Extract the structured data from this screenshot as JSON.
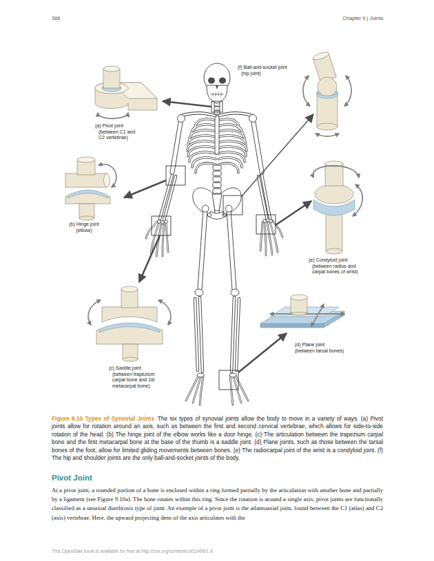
{
  "diagram": {
    "title": "Figure 9.10 Types of Synovial Joints",
    "caption": "The six types of synovial joints allow the body to move in a variety of ways. (a) Pivot joints allow for rotation around an axis, such as between the first and second cervical vertebrae, which allows for side-to-side rotation of the head. (b) The hinge joint of the elbow works like a door hinge. (c) The articulation between the trapezium carpal bone and the first metacarpal bone at the base of the thumb is a saddle joint. (d) Plane joints, such as those between the tarsal bones of the foot, allow for limited gliding movements between bones. (e) The radiocarpal joint of the wrist is a condyloid joint. (f) The hip and shoulder joints are the only ball-and-socket joints of the body.",
    "nodes": [
      {
        "text": [
          "(a) Pivot joint (between C1 and C2 vertebrae)"
        ]
      },
      {
        "text": [
          "(b) Hinge joint (elbow)"
        ]
      },
      {
        "text": [
          "(c) Saddle joint (between trapezium carpal bone and 1st metacarpal bone)"
        ]
      },
      {
        "text": [
          "(d) Plane joint (between tarsal bones)"
        ]
      },
      {
        "text": [
          "(e) Condyloid joint (between radius and carpal bones of wrist)"
        ]
      },
      {
        "text": [
          "(f) Ball-and-socket joint (hip joint)"
        ]
      }
    ],
    "labels": [
      "366",
      "Chapter 9 | Joints",
      "Pivot Joint",
      "At a pivot joint, a rounded portion of a bone is enclosed within a ring formed partially by the articulation with another bone and partially by a ligament (see Figure 9.10a). The bone rotates within this ring. Since the rotation is around a single axis, pivot joints are functionally classified as a uniaxial diarthrosis type of joint. An example of a pivot joint is the atlantoaxial joint, found between the C1 (atlas) and C2 (axis) vertebrae. Here, the upward projecting dens of the axis articulates with the",
      "This OpenStax book is available for free at http://cnx.org/content/col11496/1.8"
    ]
  }
}
